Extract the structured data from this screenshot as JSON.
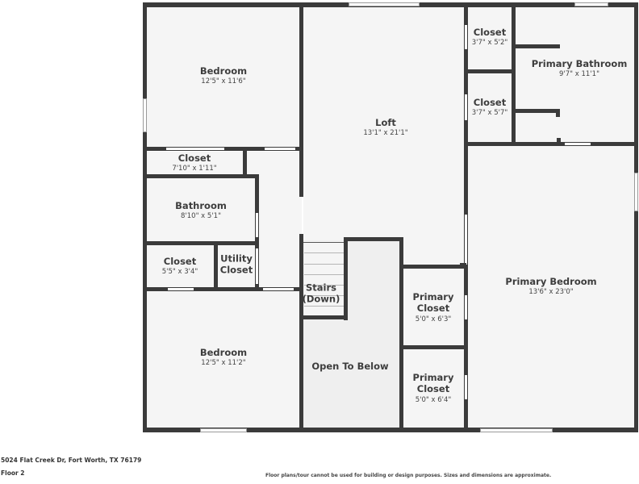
{
  "colors": {
    "wall": "#3b3b3b",
    "room_fill": "#f5f5f5",
    "open_to_below_fill": "#efefef",
    "background": "#ffffff"
  },
  "rooms": [
    {
      "name": "Bedroom",
      "dimensions": "12'5\" x 11'6\""
    },
    {
      "name": "Closet",
      "dimensions": "7'10\" x 1'11\""
    },
    {
      "name": "Bathroom",
      "dimensions": "8'10\" x 5'1\""
    },
    {
      "name": "Closet",
      "dimensions": "5'5\" x 3'4\""
    },
    {
      "name": "Utility Closet",
      "name_line1": "Utility",
      "name_line2": "Closet"
    },
    {
      "name": "Bedroom",
      "dimensions": "12'5\" x 11'2\""
    },
    {
      "name": "Loft",
      "dimensions": "13'1\" x 21'1\""
    },
    {
      "name": "Stairs (Down)",
      "name_line1": "Stairs",
      "name_line2": "(Down)"
    },
    {
      "name": "Open To Below"
    },
    {
      "name": "Primary Closet",
      "name_line1": "Primary",
      "name_line2": "Closet",
      "dimensions": "5'0\" x 6'3\""
    },
    {
      "name": "Primary Closet",
      "name_line1": "Primary",
      "name_line2": "Closet",
      "dimensions": "5'0\" x 6'4\""
    },
    {
      "name": "Closet",
      "dimensions": "3'7\" x 5'2\""
    },
    {
      "name": "Closet",
      "dimensions": "3'7\" x 5'7\""
    },
    {
      "name": "Primary Bathroom",
      "dimensions": "9'7\" x 11'1\""
    },
    {
      "name": "Primary Bedroom",
      "dimensions": "13'6\" x 23'0\""
    }
  ],
  "footer": {
    "address": "5024 Flat Creek Dr, Fort Worth, TX 76179",
    "floor": "Floor 2",
    "disclaimer": "Floor plans/tour cannot be used for building or design purposes. Sizes and dimensions are approximate."
  }
}
